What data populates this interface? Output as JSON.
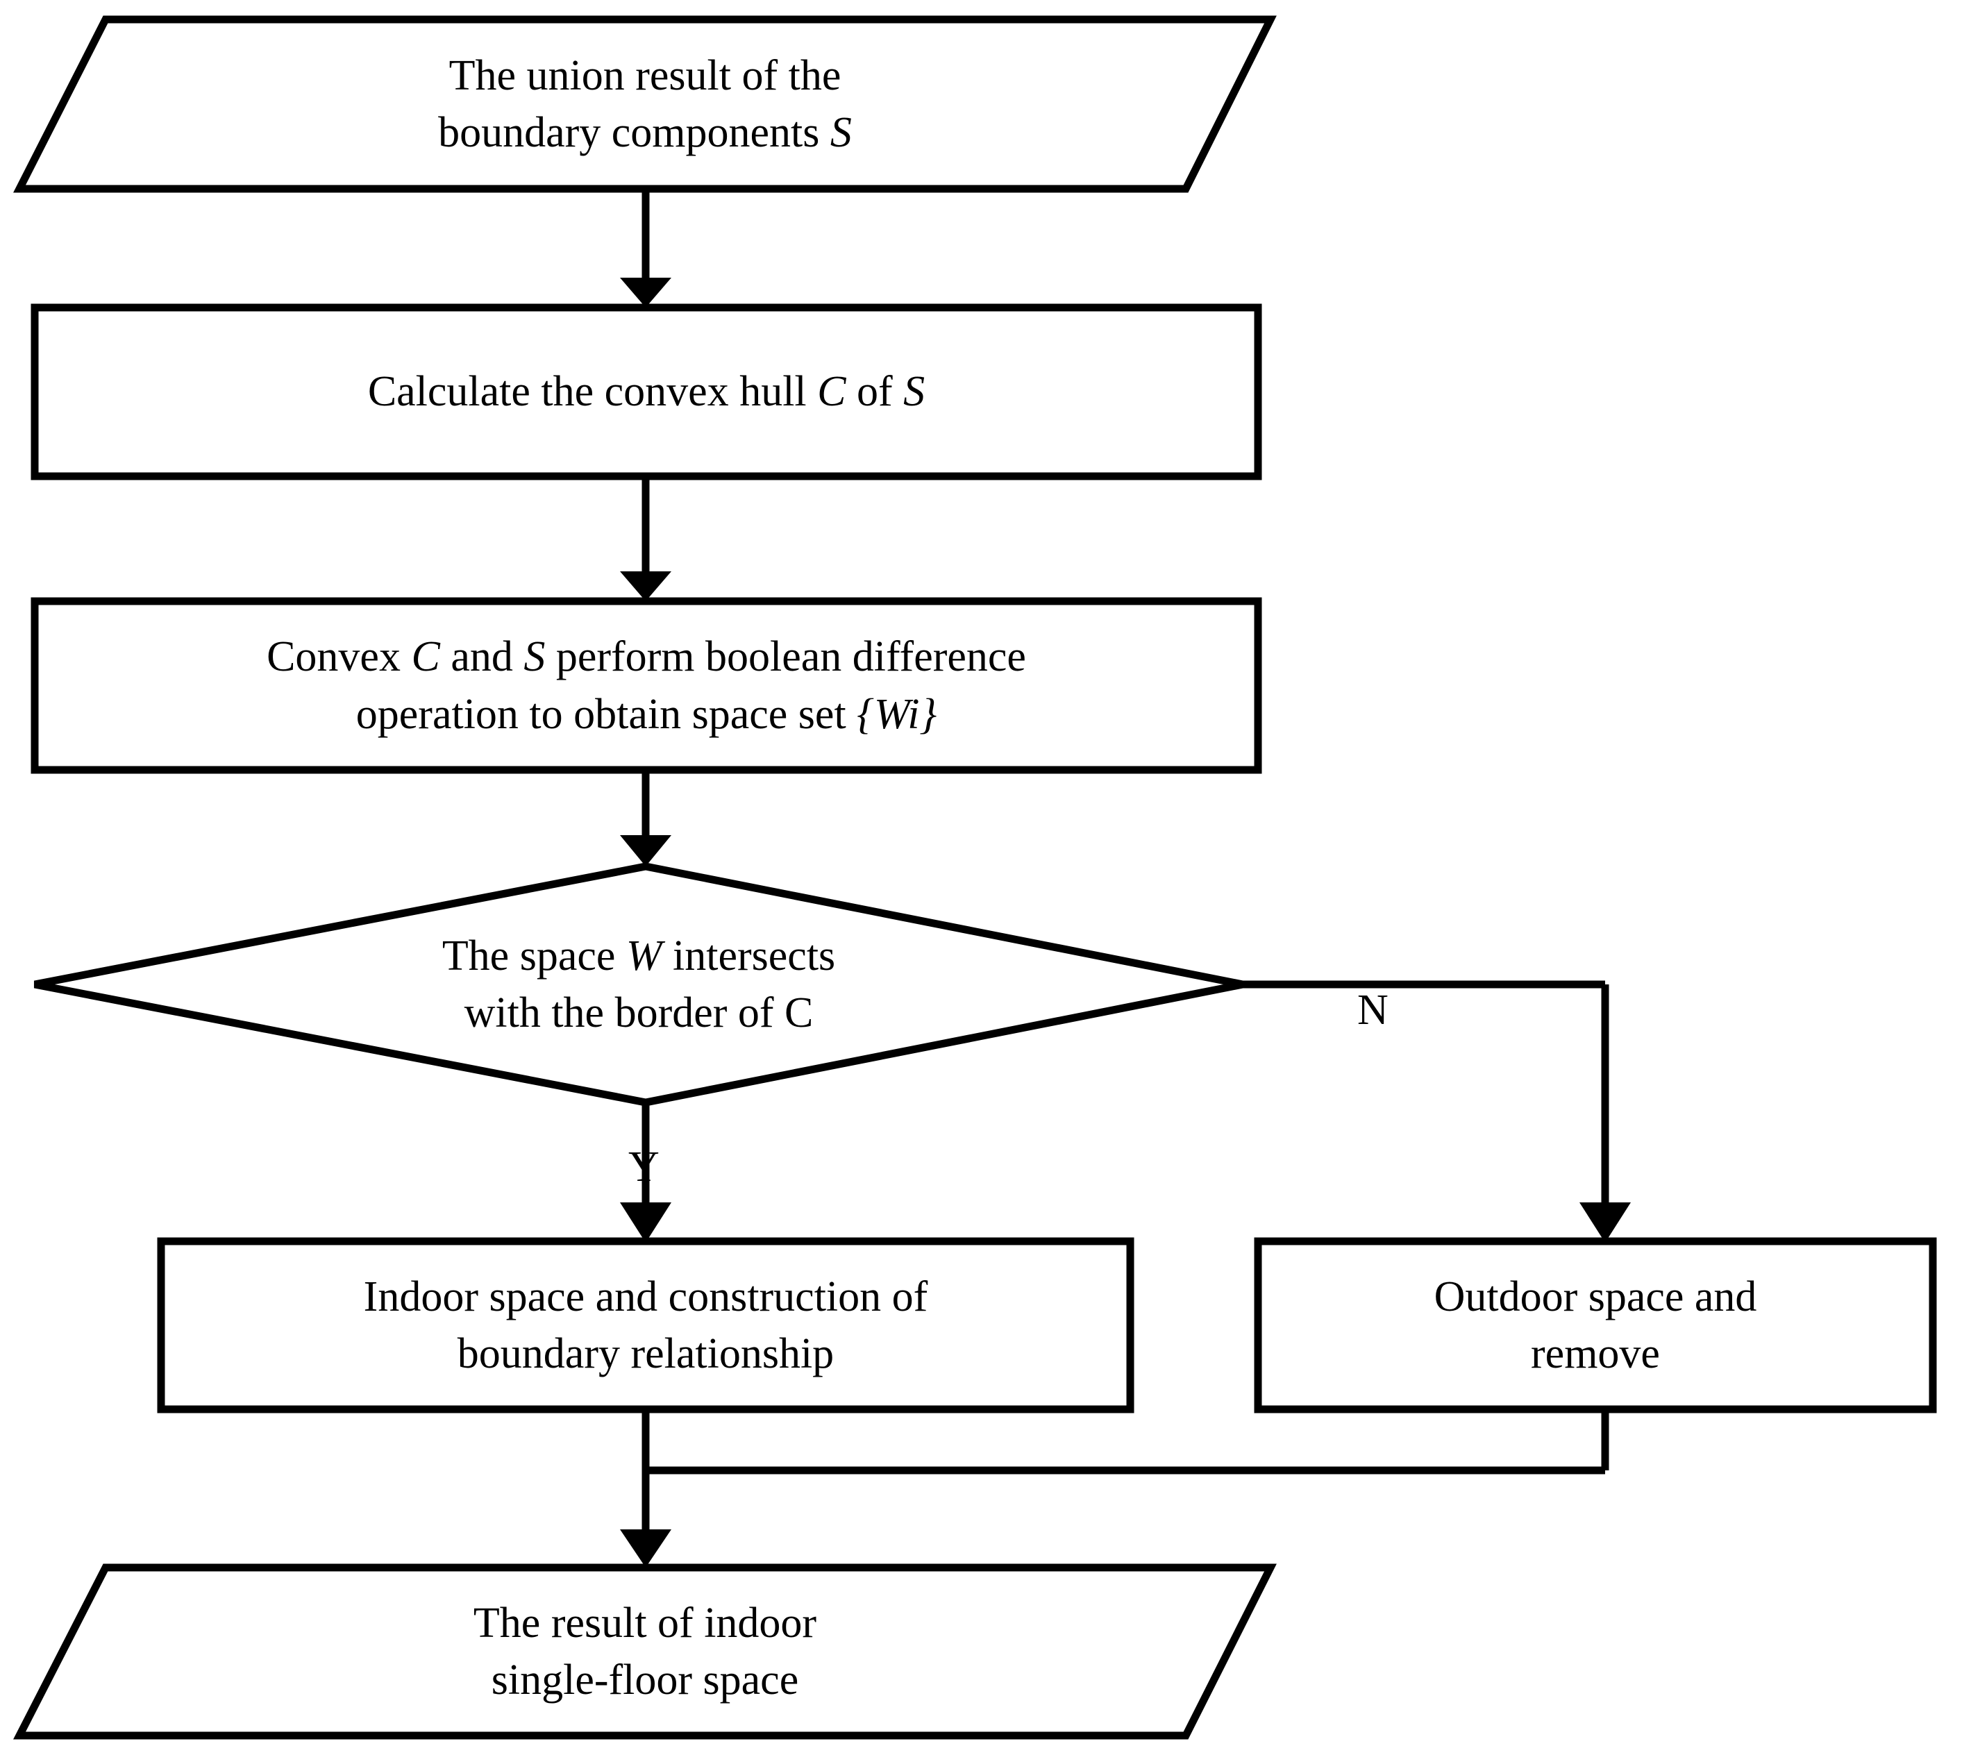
{
  "diagram": {
    "title": "Indoor single-floor space extraction flowchart",
    "background_color": "#ffffff",
    "stroke_color": "#000000",
    "text_color": "#000000",
    "nodes": {
      "start": {
        "shape": "parallelogram",
        "line1": "The union result of the",
        "line2_pre": "boundary components ",
        "line2_sym": "S"
      },
      "convex_hull": {
        "shape": "rectangle",
        "pre": "Calculate the convex hull ",
        "sym1": "C",
        "mid": " of ",
        "sym2": "S"
      },
      "boolean_difference": {
        "shape": "rectangle",
        "line1_pre": "Convex ",
        "line1_sym1": "C",
        "line1_mid": " and ",
        "line1_sym2": "S",
        "line1_post": " perform boolean difference",
        "line2_pre": "operation to obtain space set ",
        "line2_sym": "{Wi}"
      },
      "decision": {
        "shape": "diamond",
        "line1_pre": "The space ",
        "line1_sym": "W",
        "line1_post": " intersects",
        "line2": "with the border of C"
      },
      "indoor": {
        "shape": "rectangle",
        "line1": "Indoor space and construction of",
        "line2": "boundary relationship"
      },
      "outdoor": {
        "shape": "rectangle",
        "line1": "Outdoor space and",
        "line2": "remove"
      },
      "end": {
        "shape": "parallelogram",
        "line1": "The result of indoor",
        "line2": "single-floor  space"
      }
    },
    "edge_labels": {
      "yes": "Y",
      "no": "N"
    }
  }
}
